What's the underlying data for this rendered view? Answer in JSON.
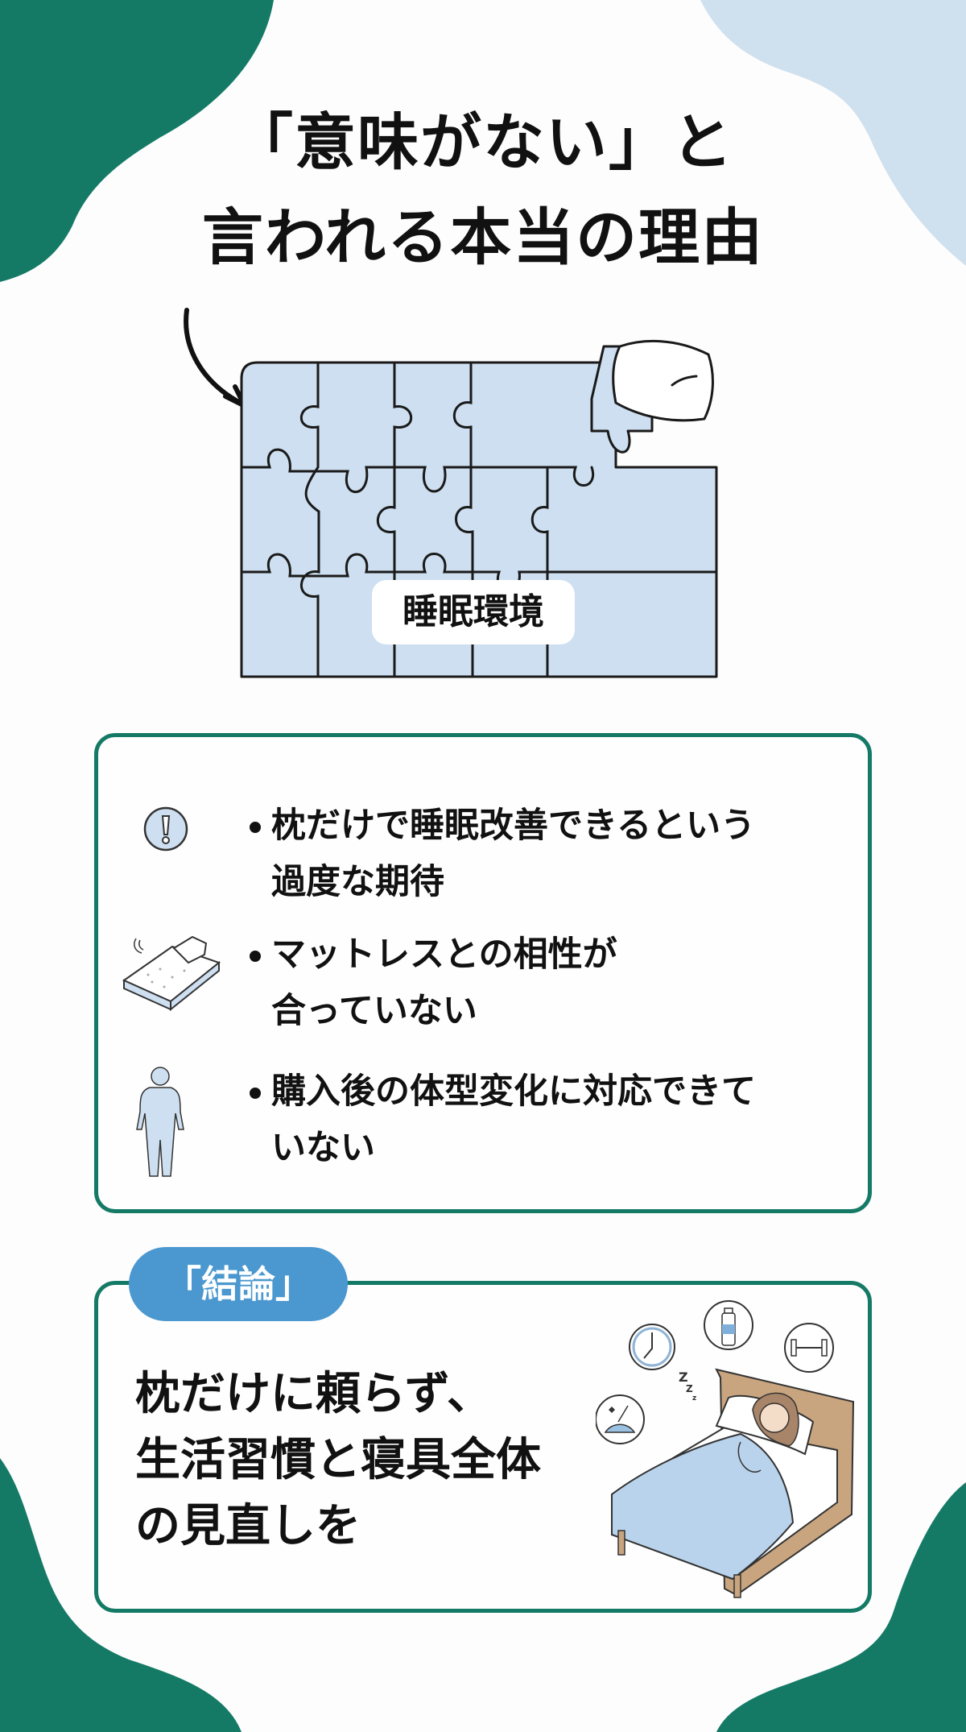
{
  "header": {
    "title_line1": "「意味がない」と",
    "title_line2": "言われる本当の理由"
  },
  "illustration": {
    "puzzle_label": "睡眠環境",
    "icon": "puzzle-with-pillow-piece"
  },
  "reasons": {
    "items": [
      {
        "icon": "exclamation-icon",
        "line1": "枕だけで睡眠改善できるという",
        "line2": "過度な期待"
      },
      {
        "icon": "mattress-icon",
        "line1": "マットレスとの相性が",
        "line2": "合っていない"
      },
      {
        "icon": "body-silhouette-icon",
        "line1": "購入後の体型変化に対応できて",
        "line2": "いない"
      }
    ]
  },
  "conclusion": {
    "badge": "「結論」",
    "line1": "枕だけに頼らず、",
    "line2": "生活習慣と寝具全体",
    "line3": "の見直しを",
    "illustration_icons": [
      "clock-icon",
      "water-bottle-icon",
      "dumbbell-icon",
      "sleep-aroma-icon",
      "sleeping-person-bed"
    ]
  },
  "colors": {
    "green": "#147a66",
    "light_blue": "#cfe0ee",
    "badge_blue": "#4a98cf",
    "puzzle_fill": "#cddff0",
    "bed_wood": "#c9a57f"
  }
}
